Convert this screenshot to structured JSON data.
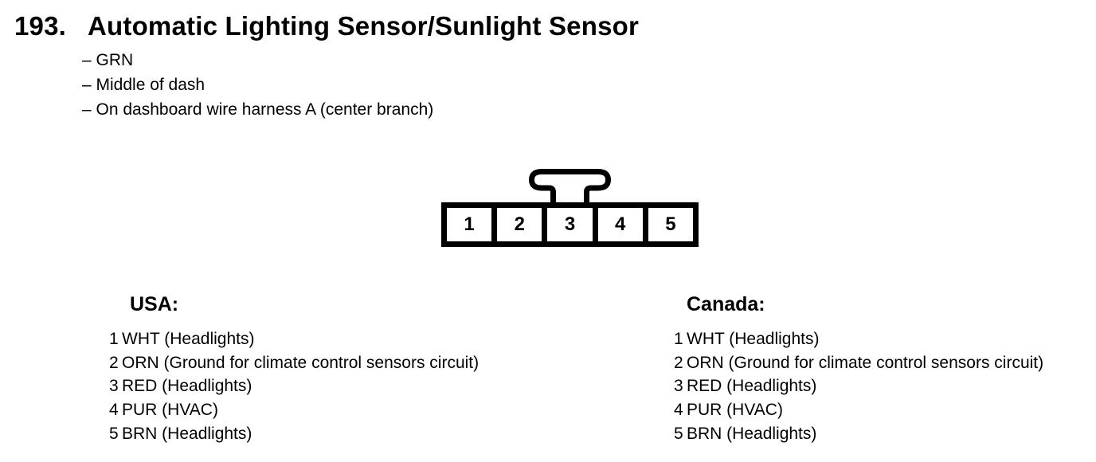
{
  "page": {
    "item_number": "193.",
    "title": "Automatic Lighting Sensor/Sunlight Sensor",
    "bullets": [
      "– GRN",
      "– Middle of dash",
      "– On dashboard wire harness A (center branch)"
    ]
  },
  "connector": {
    "pins": [
      "1",
      "2",
      "3",
      "4",
      "5"
    ]
  },
  "pinouts": [
    {
      "region": "USA:",
      "rows": [
        {
          "pin": "1",
          "label": "WHT (Headlights)"
        },
        {
          "pin": "2",
          "label": "ORN (Ground for climate control sensors circuit)"
        },
        {
          "pin": "3",
          "label": "RED (Headlights)"
        },
        {
          "pin": "4",
          "label": "PUR (HVAC)"
        },
        {
          "pin": "5",
          "label": "BRN (Headlights)"
        }
      ]
    },
    {
      "region": "Canada:",
      "rows": [
        {
          "pin": "1",
          "label": "WHT (Headlights)"
        },
        {
          "pin": "2",
          "label": "ORN (Ground for climate control sensors circuit)"
        },
        {
          "pin": "3",
          "label": "RED (Headlights)"
        },
        {
          "pin": "4",
          "label": "PUR (HVAC)"
        },
        {
          "pin": "5",
          "label": "BRN (Headlights)"
        }
      ]
    }
  ],
  "colors": {
    "ink": "#000000",
    "paper": "#ffffff"
  }
}
